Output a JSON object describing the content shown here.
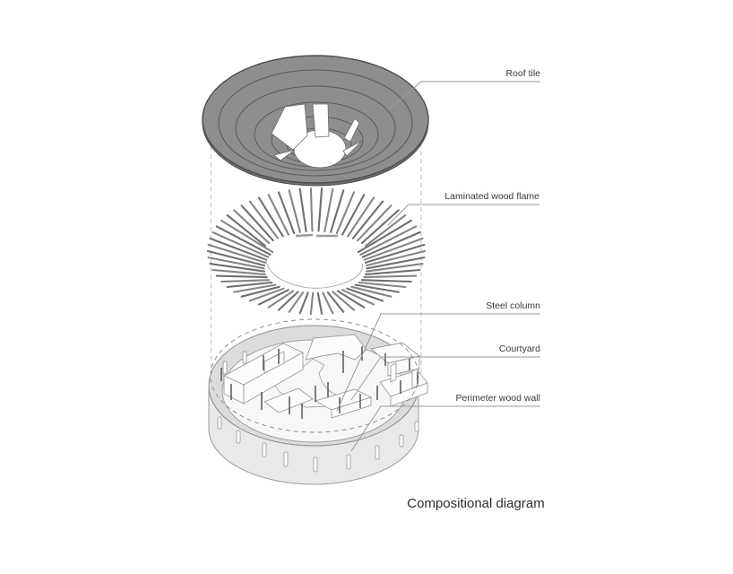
{
  "caption": "Compositional diagram",
  "labels": {
    "roof": "Roof tile",
    "frame": "Laminated wood flame",
    "column": "Steel column",
    "courtyard": "Courtyard",
    "wall": "Perimeter wood wall"
  },
  "colors": {
    "roof_fill": "#8e8e8e",
    "roof_stroke": "#4d4d4d",
    "roof_ring": "#5a5a5a",
    "rib_dark": "#6f6f6f",
    "rib_light": "#858585",
    "wall_band": "#dcdcdc",
    "wall_face": "#e9e9e9",
    "floor": "#f7f7f7",
    "dash": "#bdbdbd",
    "dash_ellipse": "#8f8f8f",
    "leader": "#9a9a9a",
    "text": "#3a3a3a",
    "column_stroke": "#4a4a4a"
  }
}
